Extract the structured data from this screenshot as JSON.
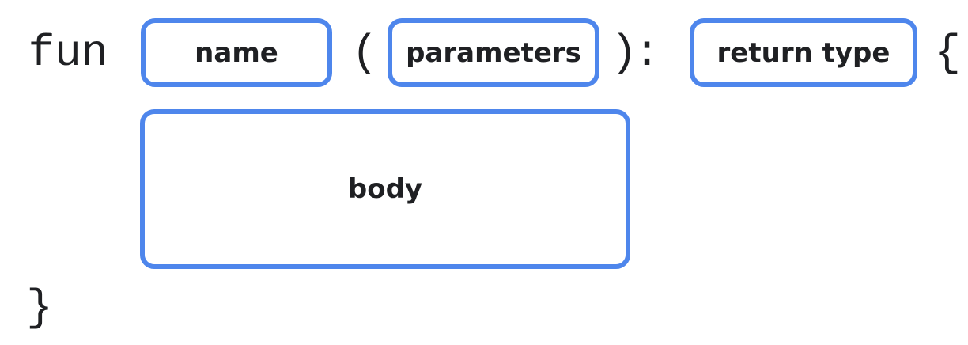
{
  "diagram": {
    "tokens": {
      "keyword": "fun",
      "open_paren": "(",
      "close_paren": ")",
      "colon": ":",
      "open_brace": "{",
      "close_brace": "}"
    },
    "placeholders": {
      "name": "name",
      "parameters": "parameters",
      "return_type": "return type",
      "body": "body"
    },
    "colors": {
      "box_border": "#4e86ec",
      "text": "#1f2023",
      "background": "#ffffff"
    }
  }
}
